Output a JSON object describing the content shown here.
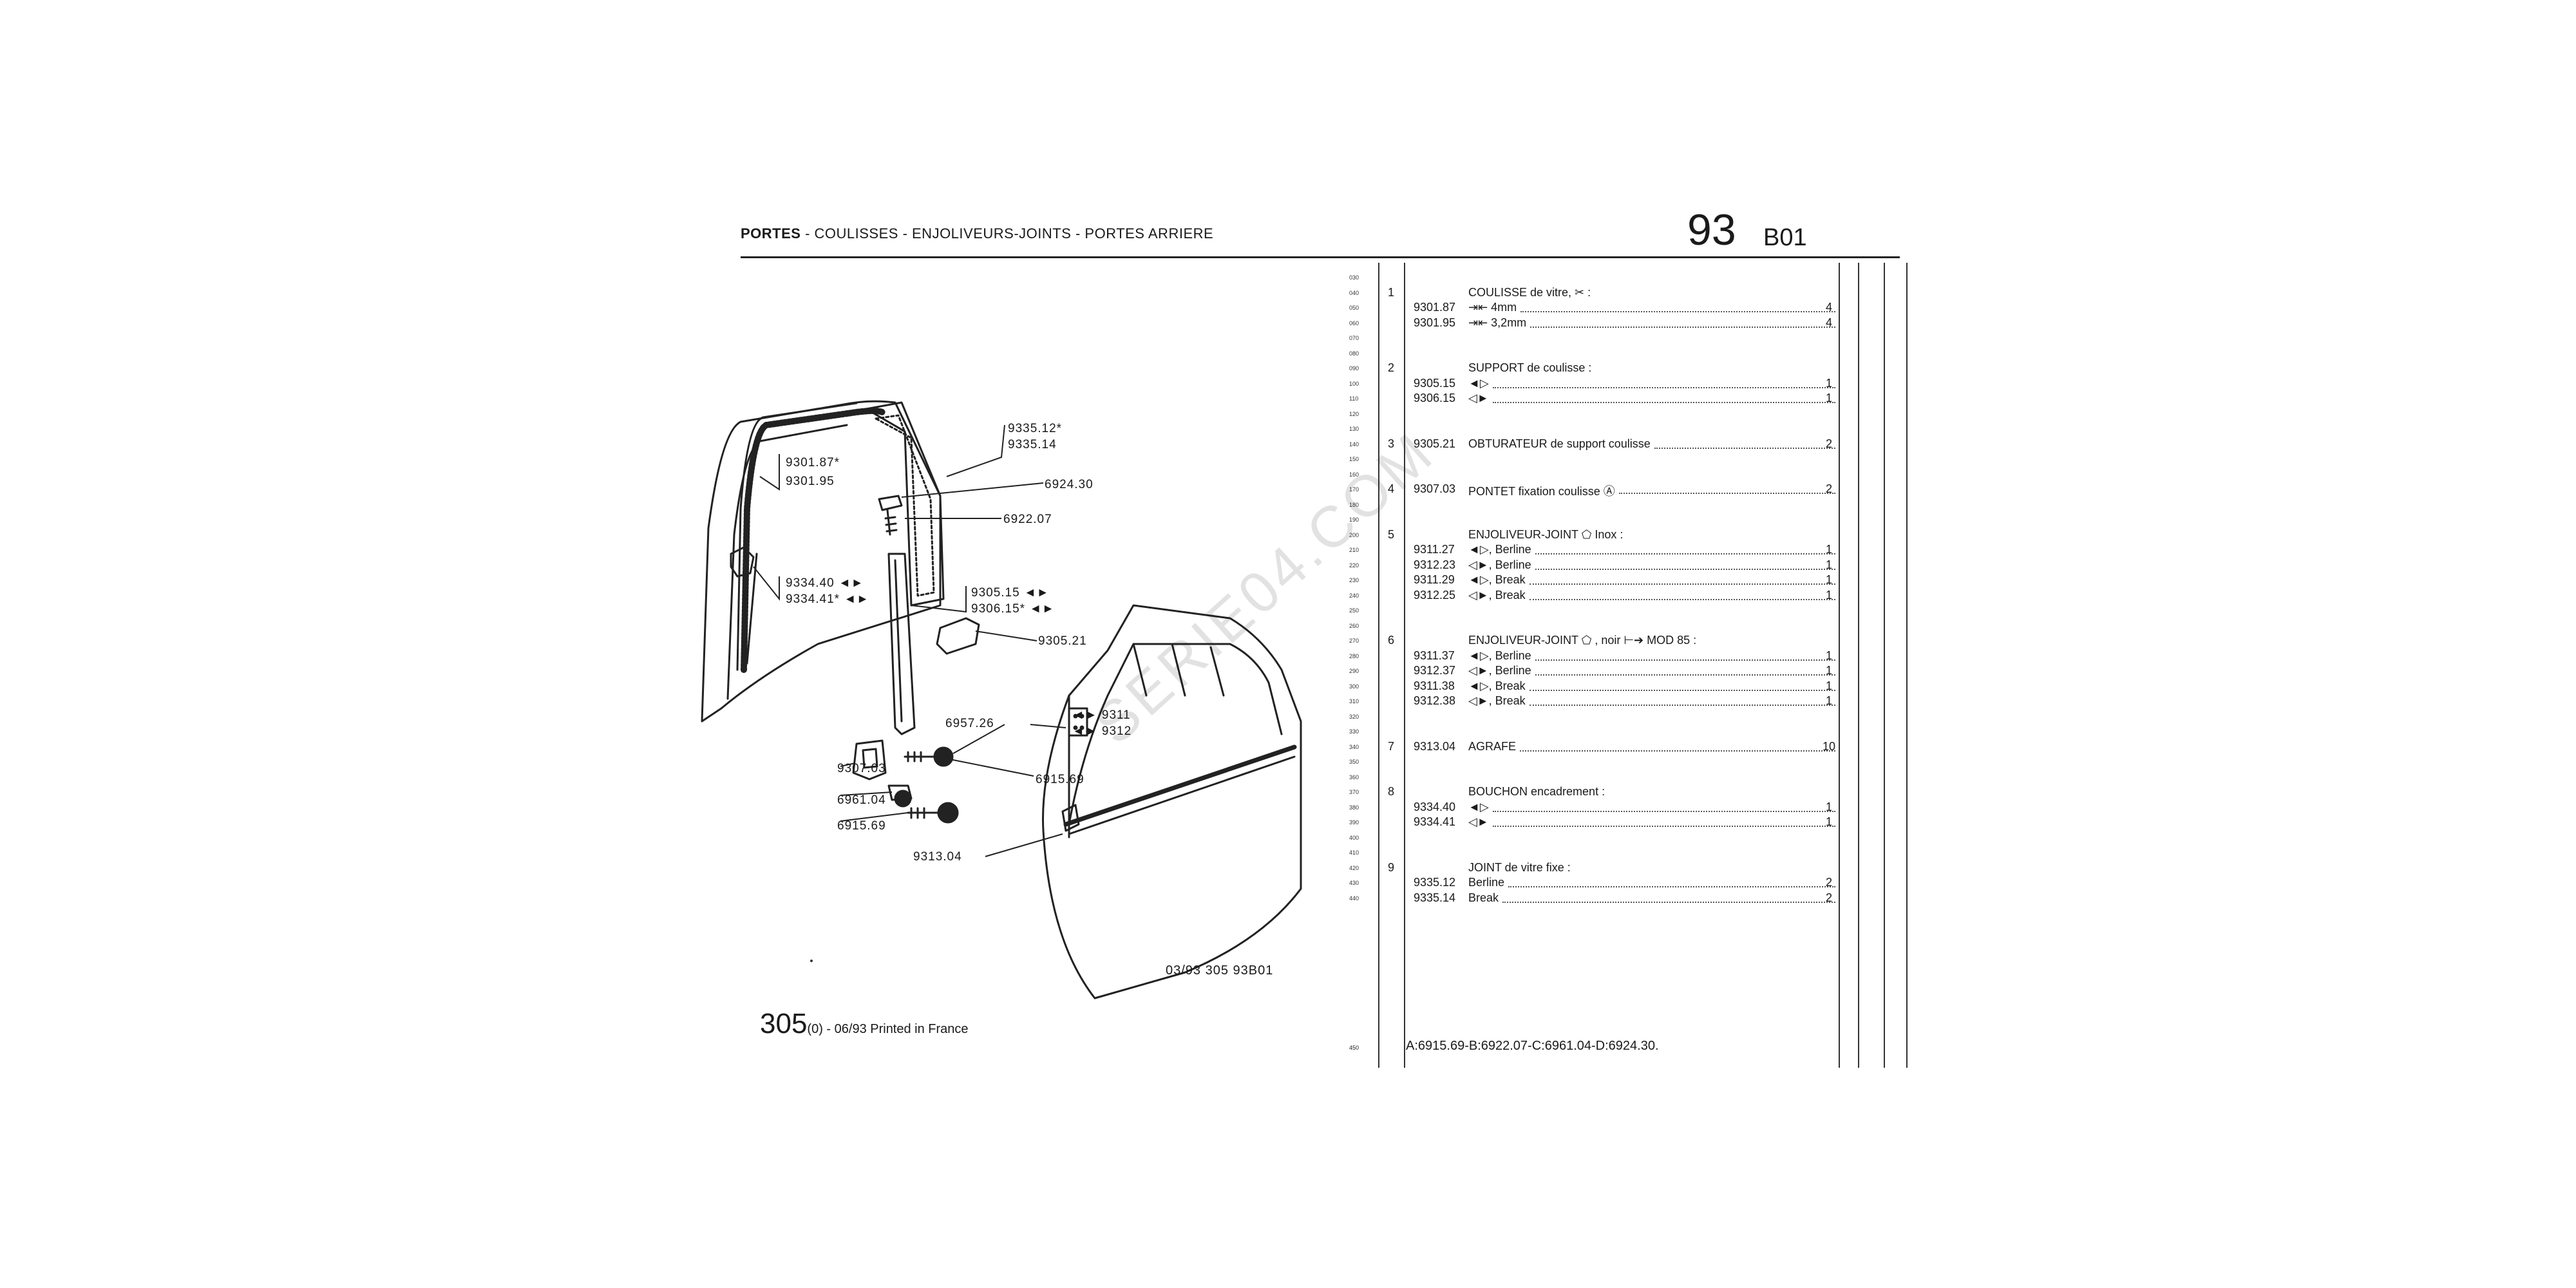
{
  "header": {
    "title_bold": "PORTES",
    "title_rest": " - COULISSES - ENJOLIVEURS-JOINTS - PORTES ARRIERE",
    "section_number": "93",
    "section_code": "B01"
  },
  "footer": {
    "model": "305",
    "model_suffix": "(0) - 06/93 Printed in France",
    "diagram_ref": "03/93 305 93B01"
  },
  "watermark": "SERIE04.COM",
  "callouts": [
    "9335.12*",
    "9335.14",
    "9301.87*",
    "9301.95",
    "6924.30",
    "6922.07",
    "9334.40 ◄►",
    "9334.41* ◄►",
    "9305.15 ◄►",
    "9306.15* ◄►",
    "9305.21",
    "◄► 9311",
    "◄► 9312",
    "6957.26",
    "9307.03",
    "6915.69",
    "6961.04",
    "6915.69",
    "9313.04"
  ],
  "line_numbers": [
    "030",
    "040",
    "050",
    "060",
    "070",
    "080",
    "090",
    "100",
    "110",
    "120",
    "130",
    "140",
    "150",
    "160",
    "170",
    "180",
    "190",
    "200",
    "210",
    "220",
    "230",
    "240",
    "250",
    "260",
    "270",
    "280",
    "290",
    "300",
    "310",
    "320",
    "330",
    "340",
    "350",
    "360",
    "370",
    "380",
    "390",
    "400",
    "410",
    "420",
    "430",
    "440"
  ],
  "line_number_last": "450",
  "rows": [
    {
      "line": 1,
      "item": "1",
      "ref": "",
      "desc": "COULISSE de vitre, ✂ :",
      "qty": "",
      "hdr": true
    },
    {
      "line": 2,
      "item": "",
      "ref": "9301.87",
      "desc": "⇥⇤ 4mm",
      "qty": "4"
    },
    {
      "line": 3,
      "item": "",
      "ref": "9301.95",
      "desc": "⇥⇤ 3,2mm",
      "qty": "4"
    },
    {
      "line": 6,
      "item": "2",
      "ref": "",
      "desc": "SUPPORT de coulisse :",
      "qty": "",
      "hdr": true
    },
    {
      "line": 7,
      "item": "",
      "ref": "9305.15",
      "desc": "◄▷",
      "qty": "1"
    },
    {
      "line": 8,
      "item": "",
      "ref": "9306.15",
      "desc": "◁►",
      "qty": "1"
    },
    {
      "line": 11,
      "item": "3",
      "ref": "9305.21",
      "desc": "OBTURATEUR de support coulisse",
      "qty": "2"
    },
    {
      "line": 14,
      "item": "4",
      "ref": "9307.03",
      "desc": "PONTET fixation coulisse  Ⓐ",
      "qty": "2"
    },
    {
      "line": 17,
      "item": "5",
      "ref": "",
      "desc": "ENJOLIVEUR-JOINT ⬠ Inox :",
      "qty": "",
      "hdr": true
    },
    {
      "line": 18,
      "item": "",
      "ref": "9311.27",
      "desc": "◄▷, Berline",
      "qty": "1"
    },
    {
      "line": 19,
      "item": "",
      "ref": "9312.23",
      "desc": "◁►, Berline",
      "qty": "1"
    },
    {
      "line": 20,
      "item": "",
      "ref": "9311.29",
      "desc": "◄▷, Break",
      "qty": "1"
    },
    {
      "line": 21,
      "item": "",
      "ref": "9312.25",
      "desc": "◁►, Break",
      "qty": "1"
    },
    {
      "line": 24,
      "item": "6",
      "ref": "",
      "desc": "ENJOLIVEUR-JOINT ⬠ , noir ⊢➔  MOD 85 :",
      "qty": "",
      "hdr": true
    },
    {
      "line": 25,
      "item": "",
      "ref": "9311.37",
      "desc": "◄▷, Berline",
      "qty": "1"
    },
    {
      "line": 26,
      "item": "",
      "ref": "9312.37",
      "desc": "◁►, Berline",
      "qty": "1"
    },
    {
      "line": 27,
      "item": "",
      "ref": "9311.38",
      "desc": "◄▷, Break",
      "qty": "1"
    },
    {
      "line": 28,
      "item": "",
      "ref": "9312.38",
      "desc": "◁►, Break",
      "qty": "1"
    },
    {
      "line": 31,
      "item": "7",
      "ref": "9313.04",
      "desc": "AGRAFE",
      "qty": "10"
    },
    {
      "line": 34,
      "item": "8",
      "ref": "",
      "desc": "BOUCHON encadrement :",
      "qty": "",
      "hdr": true
    },
    {
      "line": 35,
      "item": "",
      "ref": "9334.40",
      "desc": "◄▷",
      "qty": "1"
    },
    {
      "line": 36,
      "item": "",
      "ref": "9334.41",
      "desc": "◁►",
      "qty": "1"
    },
    {
      "line": 39,
      "item": "9",
      "ref": "",
      "desc": "JOINT de vitre fixe :",
      "qty": "",
      "hdr": true
    },
    {
      "line": 40,
      "item": "",
      "ref": "9335.12",
      "desc": "Berline",
      "qty": "2"
    },
    {
      "line": 41,
      "item": "",
      "ref": "9335.14",
      "desc": "Break",
      "qty": "2"
    }
  ],
  "footnote": "A:6915.69-B:6922.07-C:6961.04-D:6924.30."
}
